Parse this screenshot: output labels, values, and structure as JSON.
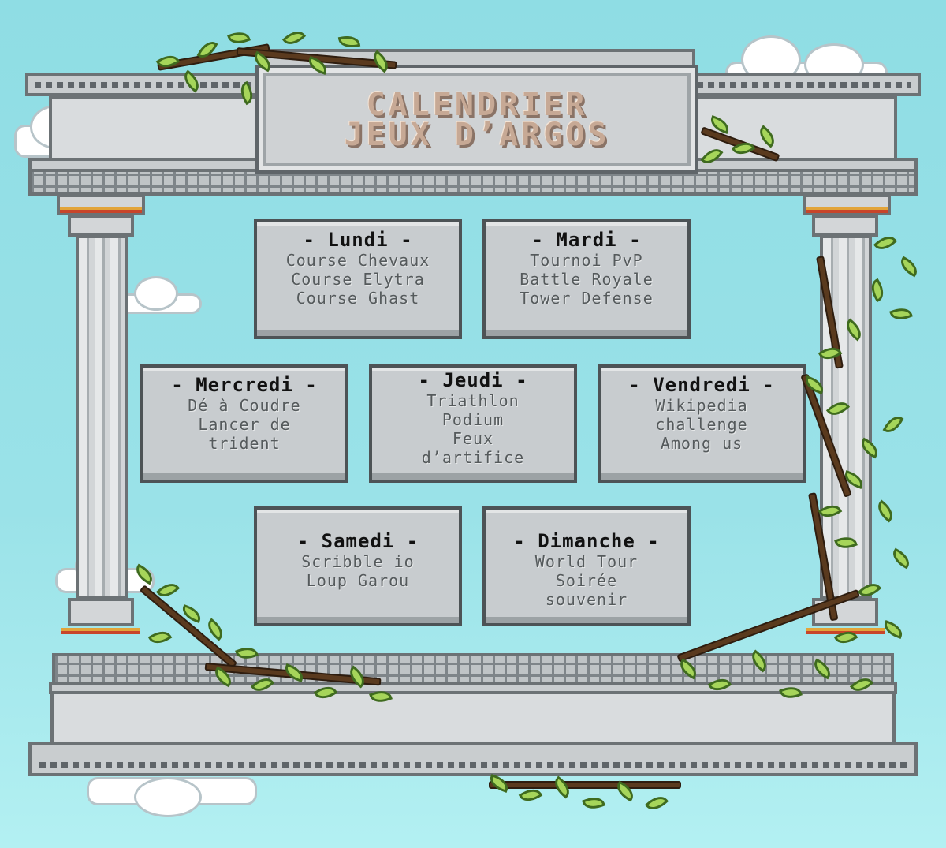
{
  "title": {
    "line1": "CALENDRIER",
    "line2": "JEUX D’ARGOS"
  },
  "days": [
    {
      "day": "- Lundi -",
      "games": [
        "Course Chevaux",
        "Course Elytra",
        "Course Ghast"
      ]
    },
    {
      "day": "- Mardi -",
      "games": [
        "Tournoi PvP",
        "Battle Royale",
        "Tower Defense"
      ]
    },
    {
      "day": "- Mercredi -",
      "games": [
        "Dé à Coudre",
        "Lancer de",
        "trident"
      ]
    },
    {
      "day": "- Jeudi -",
      "games": [
        "Triathlon",
        "Podium",
        "Feux",
        "d’artifice"
      ]
    },
    {
      "day": "- Vendredi -",
      "games": [
        "Wikipedia",
        "challenge",
        "Among us"
      ]
    },
    {
      "day": "- Samedi -",
      "games": [
        "Scribble io",
        "Loup Garou"
      ]
    },
    {
      "day": "- Dimanche -",
      "games": [
        "World Tour",
        "Soirée",
        "souvenir"
      ]
    }
  ],
  "colors": {
    "sky": "#9ae2e8",
    "stone": "#c9cdcf",
    "title_text": "#c7a995",
    "leaf": "#a6d55a"
  }
}
